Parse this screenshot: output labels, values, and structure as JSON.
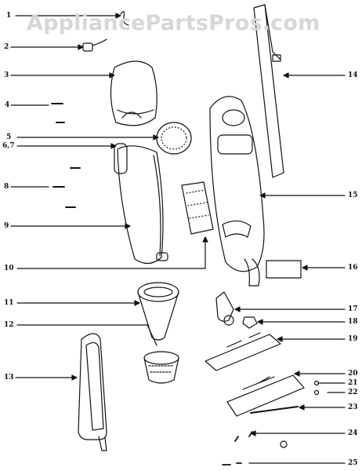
{
  "watermark": "AppliancePartsPros.com",
  "callouts": [
    "1",
    "2",
    "3",
    "4",
    "5",
    "6,7",
    "8",
    "9",
    "10",
    "11",
    "12",
    "13",
    "14",
    "15",
    "16",
    "17",
    "18",
    "19",
    "20",
    "21",
    "22",
    "23",
    "24",
    "25"
  ],
  "colors": {
    "ink": "#111111",
    "watermark": "#d7d7d7",
    "paper": "#ffffff"
  }
}
